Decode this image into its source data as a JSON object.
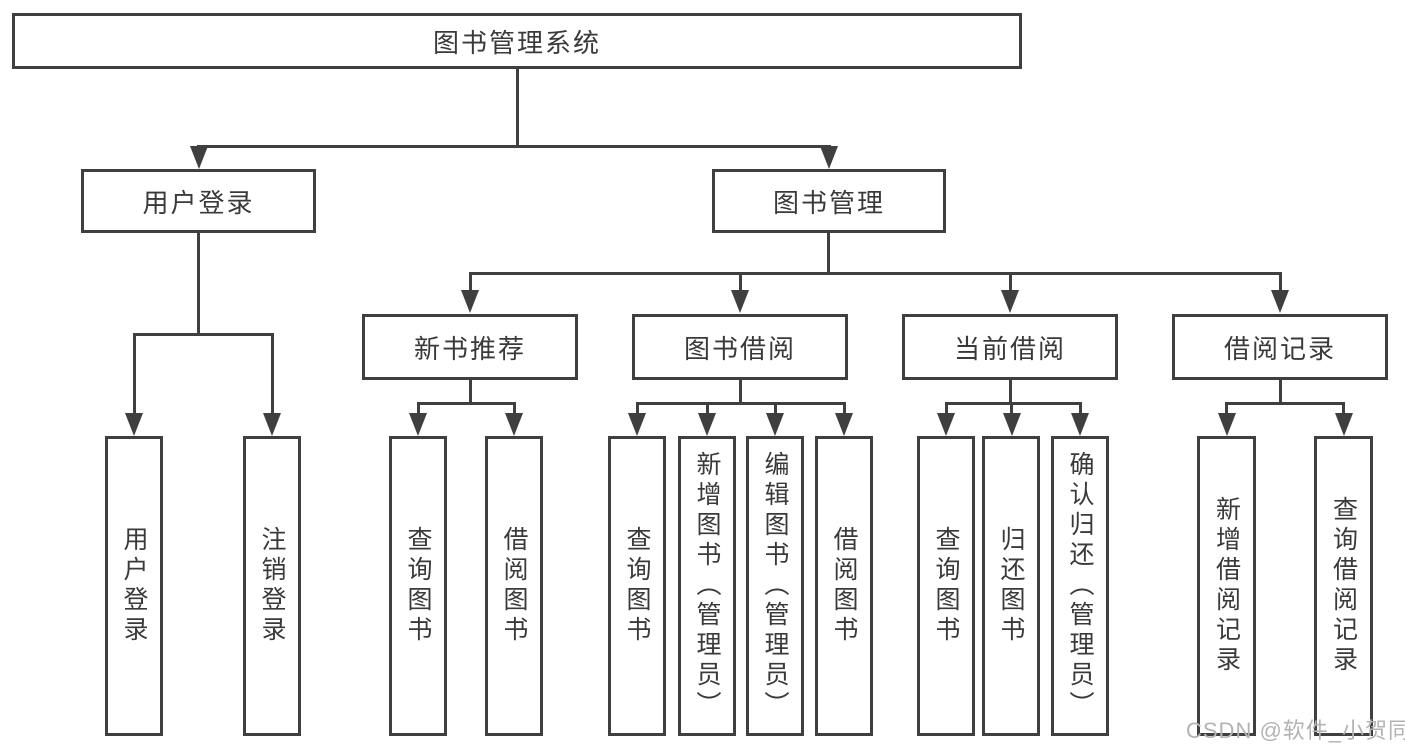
{
  "title": "图书管理系统",
  "watermark": {
    "text": "CSDN @软件_小贺同学"
  },
  "colors": {
    "line": "#3f3f3f",
    "text": "#3a3a3a",
    "background": "#ffffff",
    "watermark": "#b3b3b3"
  },
  "tree": {
    "root": {
      "label": "图书管理系统",
      "children": [
        {
          "label": "用户登录",
          "children": [
            {
              "label": "用户登录"
            },
            {
              "label": "注销登录"
            }
          ]
        },
        {
          "label": "图书管理",
          "children": [
            {
              "label": "新书推荐",
              "children": [
                {
                  "label": "查询图书"
                },
                {
                  "label": "借阅图书"
                }
              ]
            },
            {
              "label": "图书借阅",
              "children": [
                {
                  "label": "查询图书"
                },
                {
                  "label": "新增图书（管理员）"
                },
                {
                  "label": "编辑图书（管理员）"
                },
                {
                  "label": "借阅图书"
                }
              ]
            },
            {
              "label": "当前借阅",
              "children": [
                {
                  "label": "查询图书"
                },
                {
                  "label": "归还图书"
                },
                {
                  "label": "确认归还（管理员）"
                }
              ]
            },
            {
              "label": "借阅记录",
              "children": [
                {
                  "label": "新增借阅记录"
                },
                {
                  "label": "查询借阅记录"
                }
              ]
            }
          ]
        }
      ]
    }
  }
}
